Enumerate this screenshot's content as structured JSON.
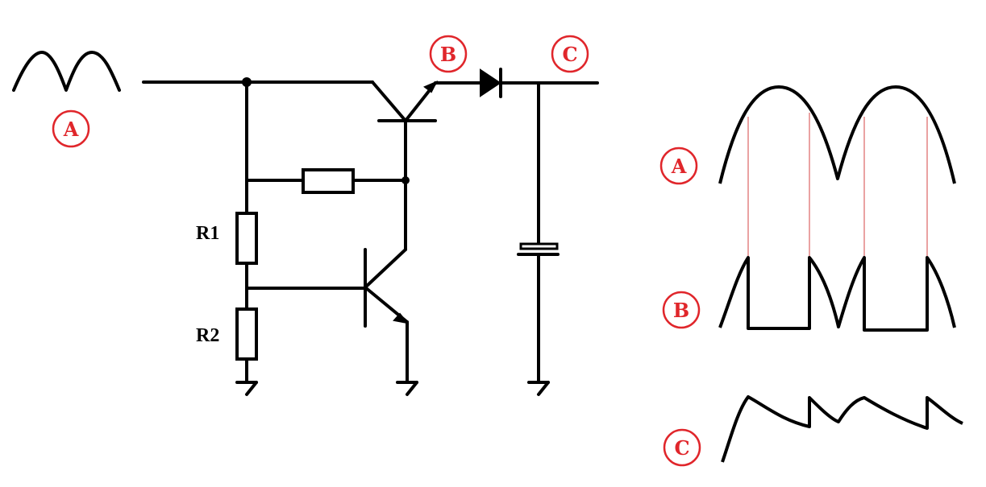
{
  "labels": {
    "input_tag": "A",
    "emitter_tag": "B",
    "output_tag": "C",
    "r1": "R1",
    "r2": "R2",
    "wave_a_tag": "A",
    "wave_b_tag": "B",
    "wave_c_tag": "C"
  },
  "colors": {
    "tag": "#e0262b",
    "wire": "#000000",
    "guide": "#d64545"
  }
}
